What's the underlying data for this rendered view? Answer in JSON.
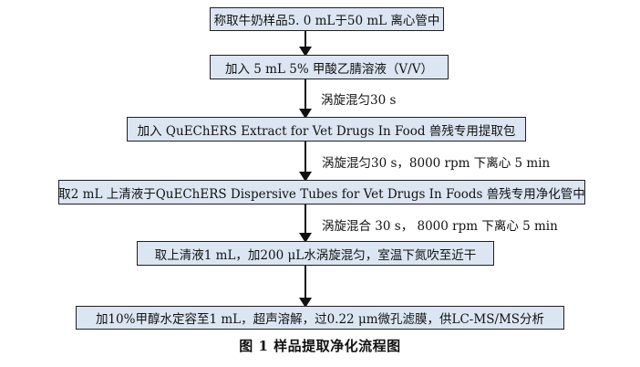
{
  "diagram": {
    "steps": [
      "称取牛奶样品5. 0 mL于50 mL 离心管中",
      "加入 5 mL 5% 甲酸乙腈溶液（V/V）",
      "加入 QuEChERS Extract for Vet Drugs In Food 兽残专用提取包",
      "取2 mL 上清液于QuEChERS Dispersive Tubes for Vet Drugs In Foods 兽残专用净化管中",
      "取上清液1 mL，加200 μL水涡旋混匀，室温下氮吹至近干",
      "加10%甲醇水定容至1 mL，超声溶解，过0.22 μm微孔滤膜，供LC-MS/MS分析"
    ],
    "notes": [
      "涡旋混匀30 s",
      "涡旋混匀30 s，8000 rpm 下离心 5 min",
      "涡旋混合 30 s， 8000 rpm 下离心 5 min"
    ],
    "caption": "图 1   样品提取净化流程图"
  }
}
